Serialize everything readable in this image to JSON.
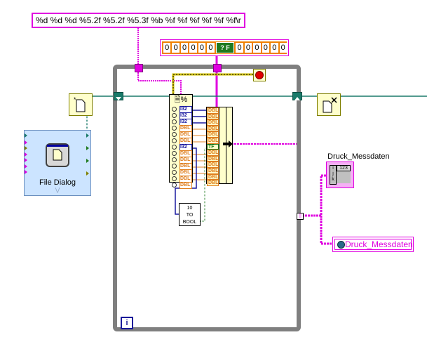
{
  "format_string": "%d %d %d %5.2f %5.2f %5.3f %b %f %f %f %f %f %f\\r",
  "cluster_constant": {
    "numerics_left": [
      "0",
      "0",
      "0",
      "0",
      "0",
      "0"
    ],
    "boolean_label": "F",
    "numerics_right": [
      "0",
      "0",
      "0",
      "0",
      "0",
      "0"
    ]
  },
  "file_dialog": {
    "label": "File Dialog"
  },
  "scan_node": {
    "header": "% ",
    "types": [
      "I32",
      "I32",
      "I32",
      "DBL",
      "DBL",
      "DBL",
      "I32",
      "DBL",
      "DBL",
      "DBL",
      "DBL",
      "DBL",
      "DBL"
    ]
  },
  "bundle_node": {
    "types": [
      "DBL",
      "DBL",
      "DBL",
      "DBL",
      "DBL",
      "DBL",
      "TF",
      "DBL",
      "DBL",
      "DBL",
      "DBL",
      "DBL",
      "DBL"
    ]
  },
  "to_bool_node": {
    "label": "10\nTO\nBOOL",
    "line1": "10",
    "line2": "TO",
    "line3": "BOOL"
  },
  "loop": {
    "iteration_label": "i"
  },
  "indicator": {
    "label": "Druck_Messdaten",
    "index_labels": [
      "i",
      "j",
      "k"
    ],
    "value": "123"
  },
  "value_property_node": {
    "label": "Druck_Messdaten"
  },
  "colors": {
    "cluster_wire": "#e000e0",
    "refnum_wire": "#1a7a6a",
    "error_wire": "#d0c000",
    "i32_wire": "#1a1aa0",
    "dbl_wire": "#e08020",
    "bool_wire": "#1f7a1f"
  }
}
